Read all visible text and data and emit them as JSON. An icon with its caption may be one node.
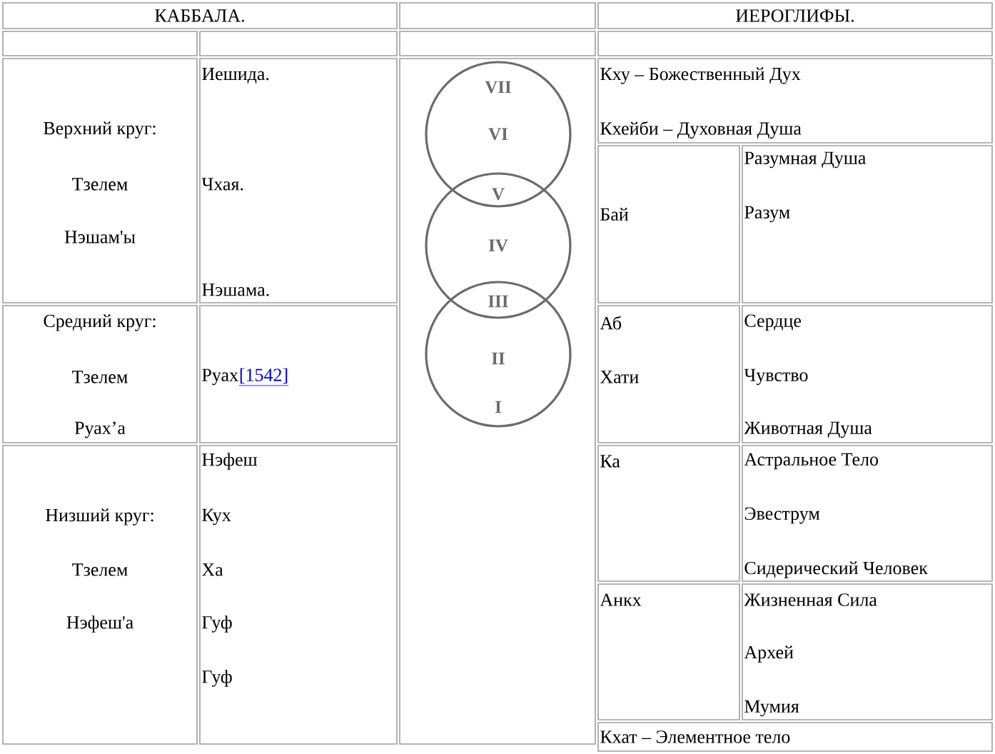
{
  "diagram": {
    "nodes": [
      {
        "text": [
          "VII",
          "VI"
        ]
      },
      {
        "text": [
          "IV"
        ]
      },
      {
        "text": [
          "II",
          "I"
        ]
      }
    ],
    "labels": [
      "КАББАЛА.",
      "ИЕРОГЛИФЫ.",
      "Верхний круг:",
      "Тзелем",
      "Нэшам'ы",
      "Иешида.",
      "Чхая.",
      "Нэшама.",
      "Средний круг:",
      "Тзелем",
      "Руах’а",
      "Руах",
      "[1542]",
      "Низший круг:",
      "Тзелем",
      "Нэфеш'а",
      "Нэфеш",
      "Кух",
      "Ха",
      "Гуф",
      "Гуф",
      "Кху – Божественный Дух",
      "Кхейби – Духовная Душа",
      "Бай",
      "Разумная Душа",
      "Разум",
      "Аб",
      "Хати",
      "Сердце",
      "Чувство",
      "Животная Душа",
      "Ка",
      "Астральное Тело",
      "Эвеструм",
      "Сидерический Человек",
      "Анкх",
      "Жизненная Сила",
      "Архей",
      "Мумия",
      "Кхат – Элементное тело",
      "V",
      "III"
    ]
  }
}
